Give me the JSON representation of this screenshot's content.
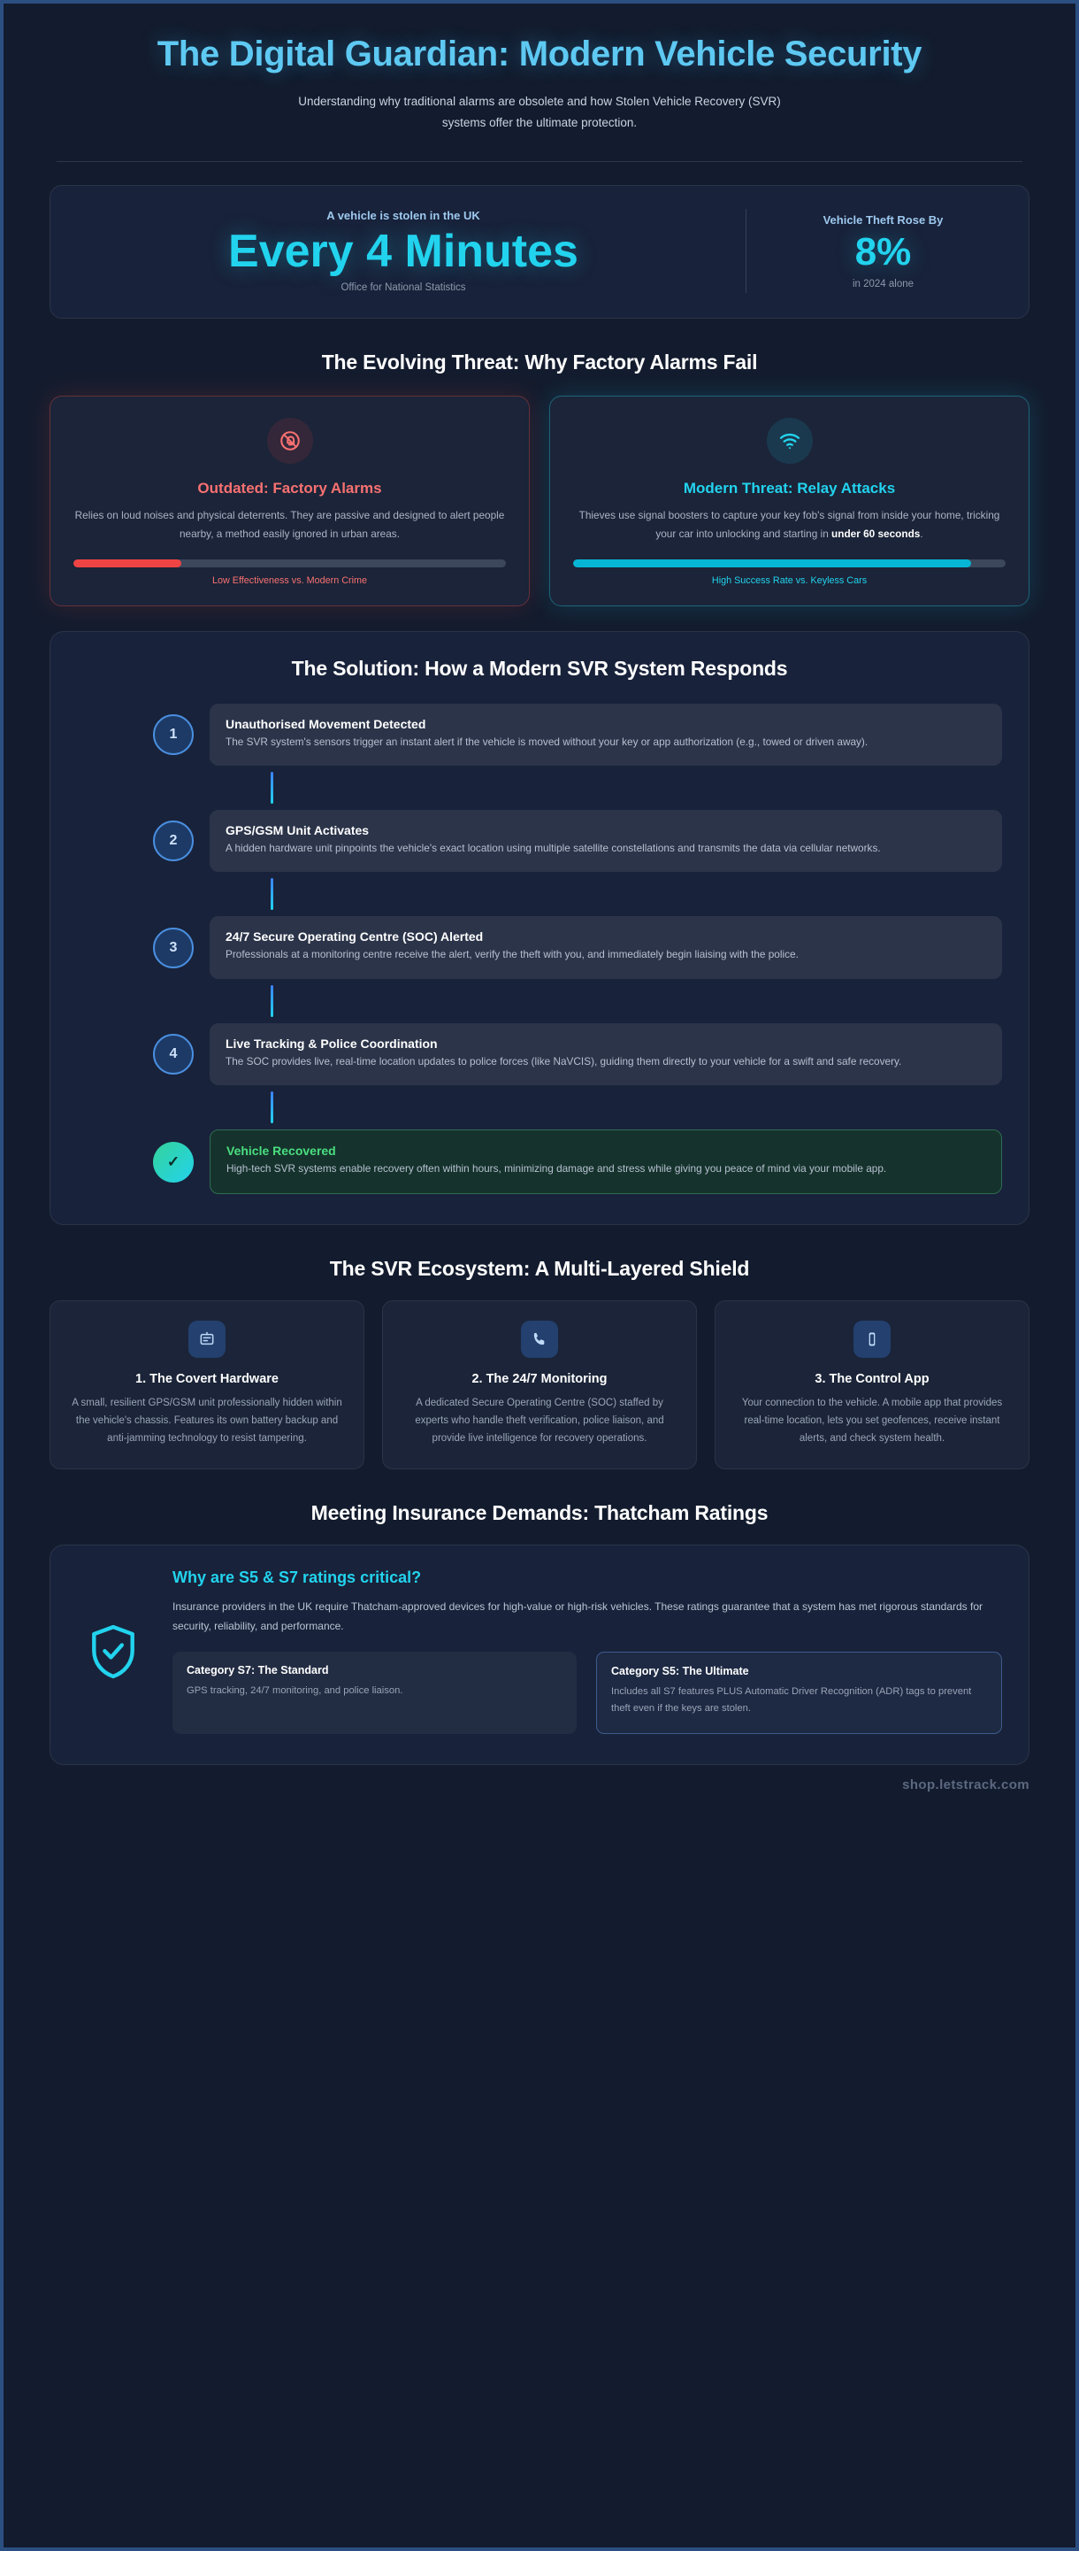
{
  "header": {
    "title": "The Digital Guardian: Modern Vehicle Security",
    "subtitle": "Understanding why traditional alarms are obsolete and how Stolen Vehicle Recovery (SVR) systems offer the ultimate protection."
  },
  "stats": {
    "main": {
      "label": "A vehicle is stolen in the UK",
      "value": "Every 4 Minutes",
      "source": "Office for National Statistics"
    },
    "side": {
      "label": "Vehicle Theft Rose By",
      "value": "8%",
      "source": "in 2024 alone"
    }
  },
  "threat_section": {
    "heading": "The Evolving Threat: Why Factory Alarms Fail",
    "cards": [
      {
        "icon": "bell-off-icon",
        "title": "Outdated: Factory Alarms",
        "desc_before": "Relies on loud noises and physical deterrents. They are passive and designed to alert people nearby, a method easily ignored in urban areas.",
        "desc_bold": "",
        "desc_after": "",
        "bar_percent": 25,
        "bar_caption": "Low Effectiveness vs. Modern Crime",
        "accent": "#ef4444"
      },
      {
        "icon": "wifi-icon",
        "title": "Modern Threat: Relay Attacks",
        "desc_before": "Thieves use signal boosters to capture your key fob's signal from inside your home, tricking your car into unlocking and starting in ",
        "desc_bold": "under 60 seconds",
        "desc_after": ".",
        "bar_percent": 92,
        "bar_caption": "High Success Rate vs. Keyless Cars",
        "accent": "#06b6d4"
      }
    ]
  },
  "solution": {
    "heading": "The Solution: How a Modern SVR System Responds",
    "steps": [
      {
        "num": "1",
        "title": "Unauthorised Movement Detected",
        "desc": "The SVR system's sensors trigger an instant alert if the vehicle is moved without your key or app authorization (e.g., towed or driven away)."
      },
      {
        "num": "2",
        "title": "GPS/GSM Unit Activates",
        "desc": "A hidden hardware unit pinpoints the vehicle's exact location using multiple satellite constellations and transmits the data via cellular networks."
      },
      {
        "num": "3",
        "title": "24/7 Secure Operating Centre (SOC) Alerted",
        "desc": "Professionals at a monitoring centre receive the alert, verify the theft with you, and immediately begin liaising with the police."
      },
      {
        "num": "4",
        "title": "Live Tracking & Police Coordination",
        "desc": "The SOC provides live, real-time location updates to police forces (like NaVCIS), guiding them directly to your vehicle for a swift and safe recovery."
      }
    ],
    "final_step": {
      "num": "✓",
      "title": "Vehicle Recovered",
      "desc": "High-tech SVR systems enable recovery often within hours, minimizing damage and stress while giving you peace of mind via your mobile app."
    }
  },
  "ecosystem": {
    "heading": "The SVR Ecosystem: A Multi-Layered Shield",
    "cards": [
      {
        "icon": "hardware-device-icon",
        "title": "1. The Covert Hardware",
        "desc": "A small, resilient GPS/GSM unit professionally hidden within the vehicle's chassis. Features its own battery backup and anti-jamming technology to resist tampering."
      },
      {
        "icon": "phone-icon",
        "title": "2. The 24/7 Monitoring",
        "desc": "A dedicated Secure Operating Centre (SOC) staffed by experts who handle theft verification, police liaison, and provide live intelligence for recovery operations."
      },
      {
        "icon": "smartphone-icon",
        "title": "3. The Control App",
        "desc": "Your connection to the vehicle. A mobile app that provides real-time location, lets you set geofences, receive instant alerts, and check system health."
      }
    ]
  },
  "thatcham": {
    "heading": "Meeting Insurance Demands: Thatcham Ratings",
    "icon": "shield-check-icon",
    "title": "Why are S5 & S7 ratings critical?",
    "desc": "Insurance providers in the UK require Thatcham-approved devices for high-value or high-risk vehicles. These ratings guarantee that a system has met rigorous standards for security, reliability, and performance.",
    "categories": [
      {
        "title": "Category S7: The Standard",
        "desc": "GPS tracking, 24/7 monitoring, and police liaison."
      },
      {
        "title": "Category S5: The Ultimate",
        "desc": "Includes all S7 features PLUS Automatic Driver Recognition (ADR) tags to prevent theft even if the keys are stolen."
      }
    ]
  },
  "footer": {
    "url": "shop.letstrack.com"
  },
  "colors": {
    "accent_cyan": "#22d3ee",
    "accent_blue": "#5ec9f2",
    "danger_red": "#ef4444",
    "success_green": "#4ade80",
    "page_bg": "#131c2e",
    "card_bg": "#1b2438"
  }
}
